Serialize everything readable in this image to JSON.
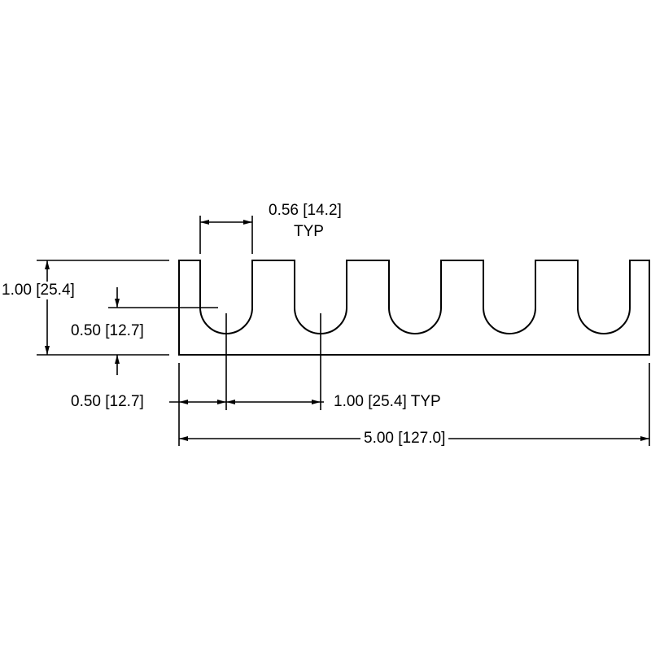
{
  "dimensions": {
    "slot_width": "0.56 [14.2]",
    "slot_width_note": "TYP",
    "overall_height": "1.00 [25.4]",
    "slot_depth": "0.50 [12.7]",
    "first_slot_offset": "0.50 [12.7]",
    "slot_pitch": "1.00 [25.4] TYP",
    "overall_length": "5.00 [127.0]"
  }
}
